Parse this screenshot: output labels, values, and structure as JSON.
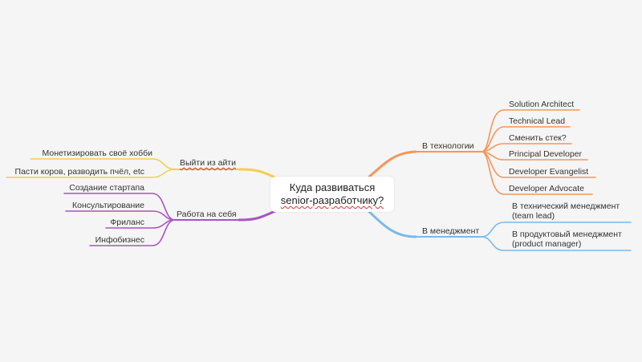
{
  "root": {
    "line1": "Куда развиваться",
    "line2": "senior-разработчику?"
  },
  "branches": {
    "tech": {
      "label": "В технологии",
      "color": "#f4975a",
      "children": [
        "Solution Architect",
        "Technical Lead",
        "Сменить стек?",
        "Principal Developer",
        "Developer Evangelist",
        "Developer Advocate"
      ]
    },
    "management": {
      "label": "В менеджмент",
      "color": "#7ab9ec",
      "children": [
        "В технический менеджмент (team lead)",
        "В продуктовый менеджмент (product manager)"
      ]
    },
    "leave_it": {
      "label": "Выйти из айти",
      "color": "#f7cd4e",
      "children": [
        "Монетизировать своё хобби",
        "Пасти коров, разводить пчёл, etc"
      ]
    },
    "self_employed": {
      "label": "Работа на себя",
      "color": "#a855c2",
      "children": [
        "Создание стартапа",
        "Консультирование",
        "Фриланс",
        "Инфобизнес"
      ]
    }
  }
}
